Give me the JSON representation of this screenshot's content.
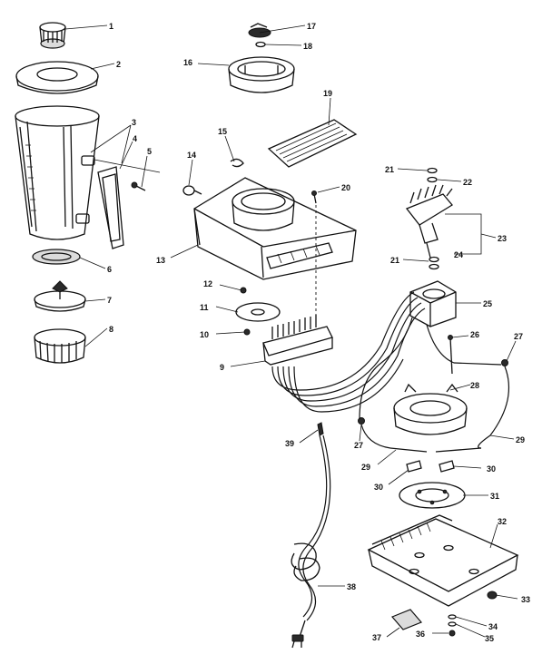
{
  "diagram": {
    "callouts": [
      "1",
      "2",
      "3",
      "4",
      "5",
      "6",
      "7",
      "8",
      "9",
      "10",
      "11",
      "12",
      "13",
      "14",
      "15",
      "16",
      "17",
      "18",
      "19",
      "20",
      "21",
      "22",
      "23",
      "24",
      "21",
      "25",
      "26",
      "27",
      "28",
      "27",
      "29",
      "29",
      "30",
      "30",
      "31",
      "32",
      "33",
      "34",
      "35",
      "36",
      "37",
      "38",
      "39"
    ]
  }
}
